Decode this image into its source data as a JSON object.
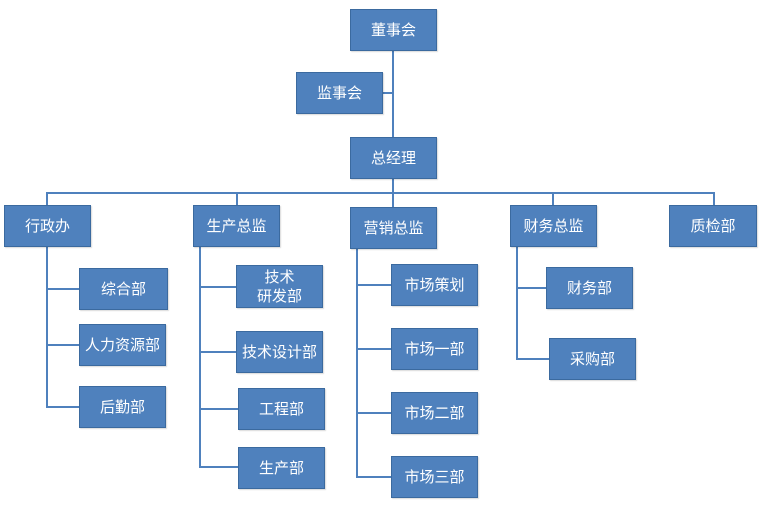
{
  "org": {
    "board": "董事会",
    "supervisors": "监事会",
    "gm": "总经理",
    "departments": [
      {
        "label": "行政办",
        "children": [
          "综合部",
          "人力资源部",
          "后勤部"
        ]
      },
      {
        "label": "生产总监",
        "children": [
          "技术\n研发部",
          "技术设计部",
          "工程部",
          "生产部"
        ]
      },
      {
        "label": "营销总监",
        "children": [
          "市场策划",
          "市场一部",
          "市场二部",
          "市场三部"
        ]
      },
      {
        "label": "财务总监",
        "children": [
          "财务部",
          "采购部"
        ]
      },
      {
        "label": "质检部",
        "children": []
      }
    ]
  },
  "colors": {
    "box_fill": "#4F81BD",
    "box_border": "#3B6A9F",
    "connector": "#4F81BD",
    "text": "#FFFFFF",
    "background": "#FFFFFF"
  }
}
